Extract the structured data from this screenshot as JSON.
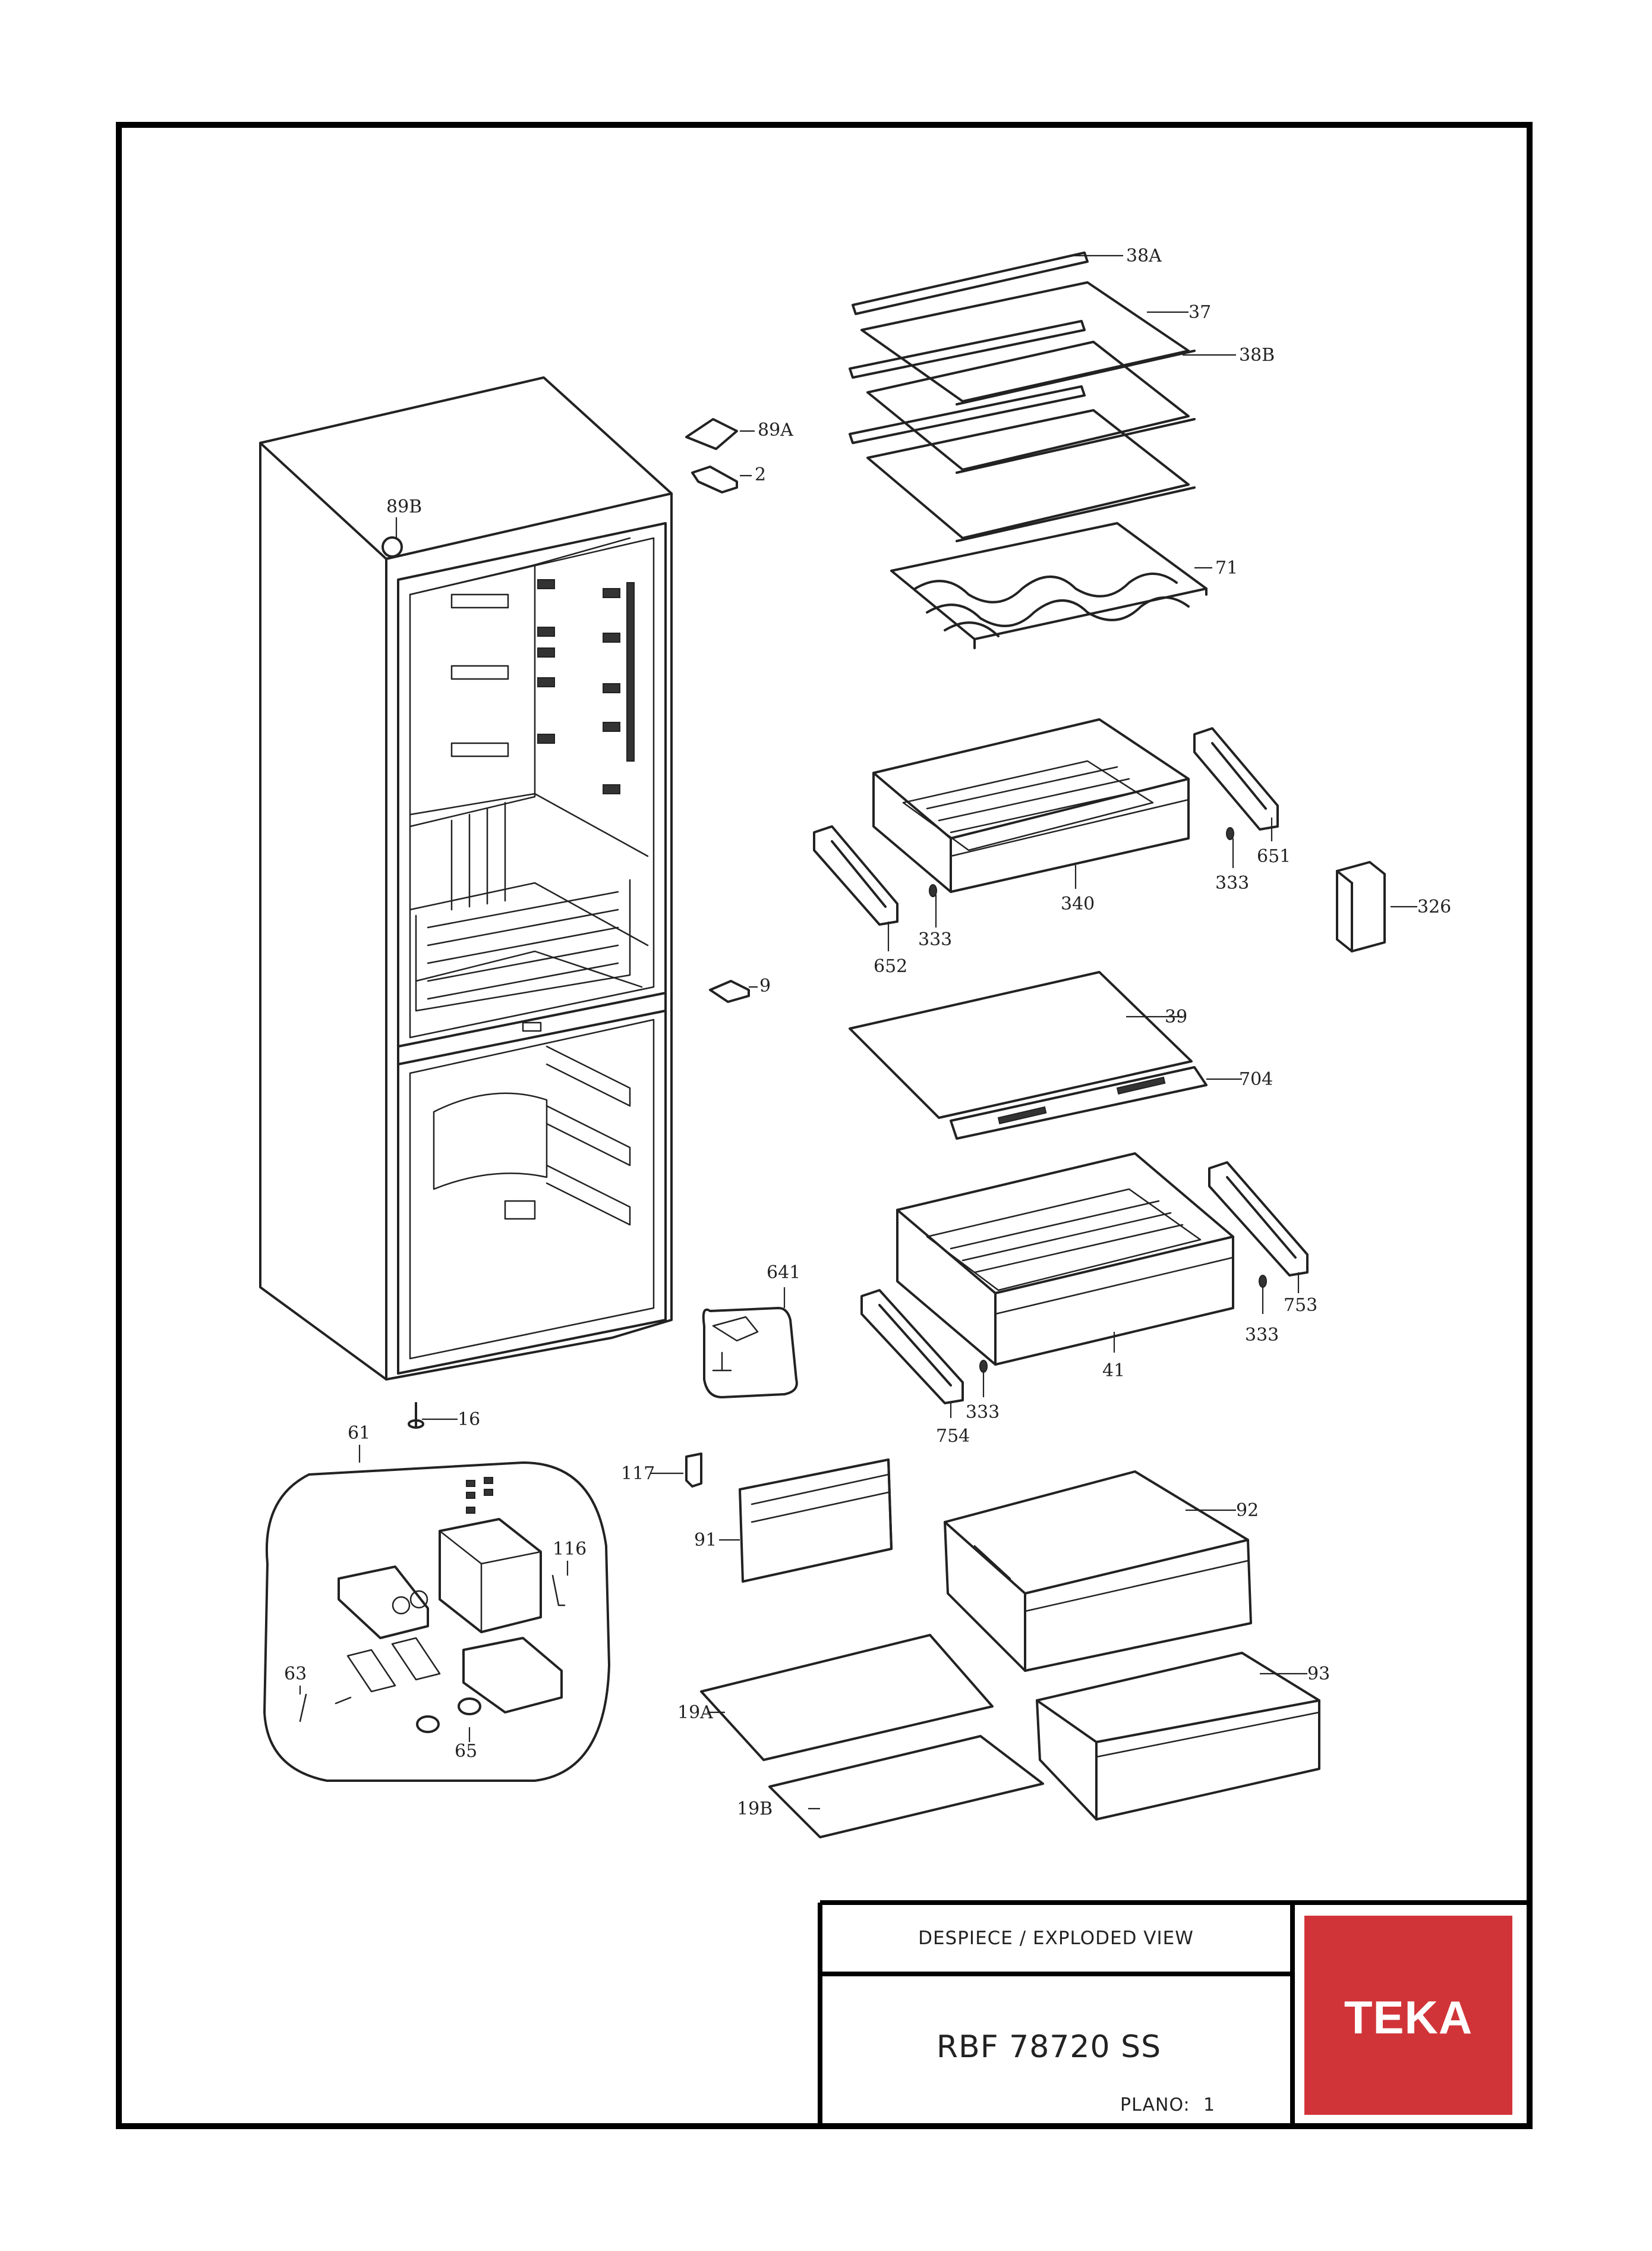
{
  "title_block": {
    "header": "DESPIECE / EXPLODED VIEW",
    "model": "RBF 78720 SS",
    "plano_label": "PLANO:",
    "plano_number": "1",
    "logo_text": "TEKA",
    "logo_color": "#d13438"
  },
  "callouts": {
    "c38A": "38A",
    "c37": "37",
    "c38B": "38B",
    "c89A": "89A",
    "c2": "2",
    "c89B": "89B",
    "c71": "71",
    "c651": "651",
    "c333a": "333",
    "c340": "340",
    "c326": "326",
    "c652": "652",
    "c333b": "333",
    "c9": "9",
    "c39": "39",
    "c704": "704",
    "c641": "641",
    "c753": "753",
    "c333c": "333",
    "c41": "41",
    "c754": "754",
    "c333d": "333",
    "c61": "61",
    "c16": "16",
    "c117": "117",
    "c92": "92",
    "c91": "91",
    "c116": "116",
    "c63": "63",
    "c93": "93",
    "c19A": "19A",
    "c65": "65",
    "c19B": "19B"
  }
}
